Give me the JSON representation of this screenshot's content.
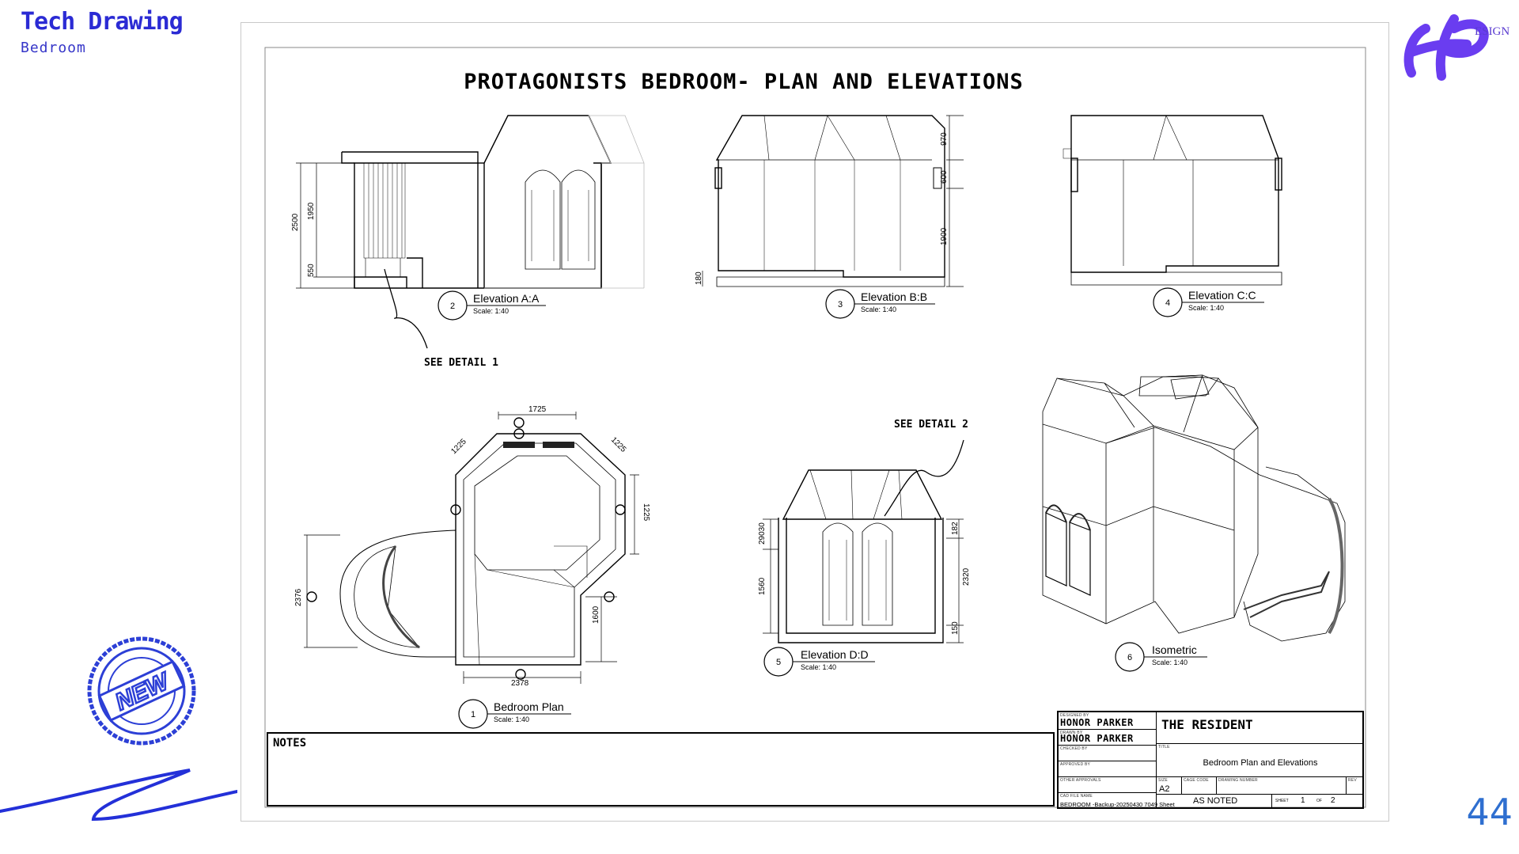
{
  "header": {
    "title": "Tech Drawing",
    "subtitle": "Bedroom"
  },
  "page_number": "44",
  "logo": {
    "initials": "HP",
    "text": "ESIGN"
  },
  "stamp": {
    "text": "NEW"
  },
  "sheet": {
    "title": "PROTAGONISTS BEDROOM- PLAN AND ELEVATIONS",
    "callouts": {
      "detail1": "SEE DETAIL 1",
      "detail2": "SEE DETAIL 2"
    },
    "views": [
      {
        "num": "1",
        "name": "Bedroom Plan",
        "scale": "Scale: 1:40"
      },
      {
        "num": "2",
        "name": "Elevation A:A",
        "scale": "Scale: 1:40"
      },
      {
        "num": "3",
        "name": "Elevation B:B",
        "scale": "Scale: 1:40"
      },
      {
        "num": "4",
        "name": "Elevation C:C",
        "scale": "Scale: 1:40"
      },
      {
        "num": "5",
        "name": "Elevation D:D",
        "scale": "Scale: 1:40"
      },
      {
        "num": "6",
        "name": "Isometric",
        "scale": "Scale: 1:40"
      }
    ],
    "dims": {
      "a_2500": "2500",
      "a_1950": "1950",
      "a_550": "550",
      "b_970": "970",
      "b_600": "600",
      "b_1900": "1900",
      "b_180": "180",
      "p_1725": "1725",
      "p_1225a": "1225",
      "p_1225b": "1225",
      "p_1225c": "1225",
      "p_2376": "2376",
      "p_1600": "1600",
      "p_2378": "2378",
      "d_29030": "29030",
      "d_1560": "1560",
      "d_182": "182",
      "d_2320": "2320",
      "d_150": "150"
    }
  },
  "notes_label": "NOTES",
  "title_block": {
    "designed_by_label": "DESIGNED BY",
    "designed_by": "HONOR PARKER",
    "drawn_by_label": "DRAWN BY",
    "drawn_by": "HONOR PARKER",
    "checked_by_label": "CHECKED BY",
    "approved_by_label": "APPROVED BY",
    "other_approvals_label": "OTHER APPROVALS",
    "cad_file_label": "CAD FILE NAME",
    "cad_file": "BEDROOM -Backup-20250430 7049 Sheet",
    "project": "THE RESIDENT",
    "title_label": "TITLE",
    "title": "Bedroom Plan and Elevations",
    "size_label": "SIZE",
    "size": "A2",
    "cage_code_label": "CAGE CODE",
    "drawing_number_label": "DRAWING NUMBER",
    "rev_label": "REV",
    "scale": "AS NOTED",
    "sheet_label": "SHEET",
    "sheet_num": "1",
    "of_label": "OF",
    "sheet_total": "2"
  }
}
